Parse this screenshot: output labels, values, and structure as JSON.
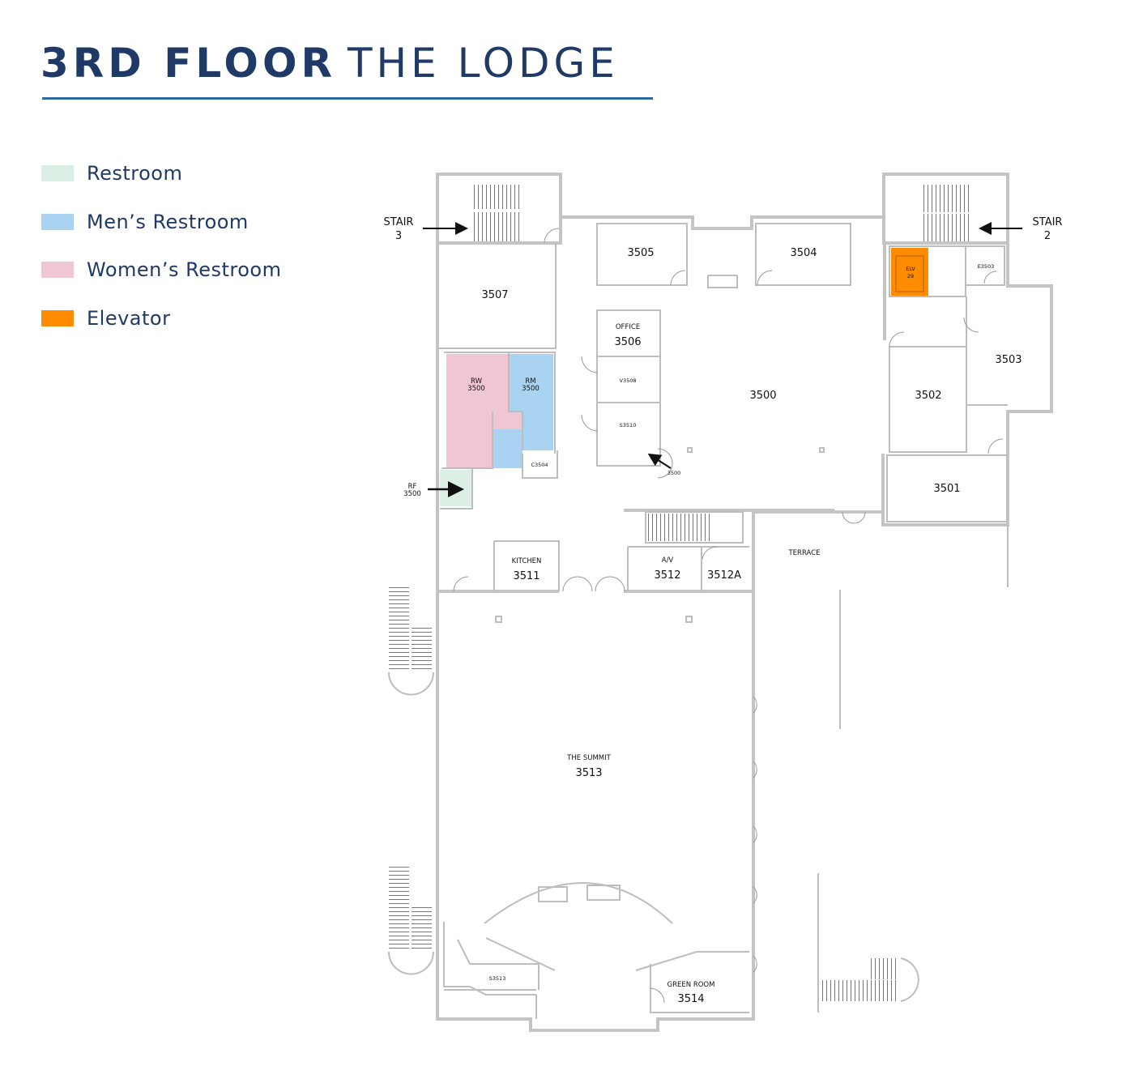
{
  "title": {
    "bold": "3RD FLOOR",
    "regular": "THE LODGE"
  },
  "colors": {
    "title": "#1f3a66",
    "rule": "#2f6aa3",
    "restroom": "#dcefe5",
    "mens": "#a9d3f1",
    "womens": "#f0c6d5",
    "elevator": "#ff8c00"
  },
  "legend": [
    {
      "label": "Restroom",
      "color": "#dcefe5"
    },
    {
      "label": "Men’s Restroom",
      "color": "#a9d3f1"
    },
    {
      "label": "Women’s Restroom",
      "color": "#f0c6d5"
    },
    {
      "label": "Elevator",
      "color": "#ff8c00"
    }
  ],
  "rooms": {
    "stair3": {
      "name": "STAIR",
      "num": "3"
    },
    "stair2": {
      "name": "STAIR",
      "num": "2"
    },
    "r3505": "3505",
    "r3504": "3504",
    "r3507": "3507",
    "elv": {
      "name": "ELV",
      "num": "29"
    },
    "e3503": "E3503",
    "office": {
      "name": "OFFICE",
      "num": "3506"
    },
    "v3508": "V3508",
    "s3510": "S3510",
    "x3500": "3500",
    "r3500": "3500",
    "r3503": "3503",
    "r3502": "3502",
    "r3501": "3501",
    "rw": {
      "name": "RW",
      "num": "3500"
    },
    "rm": {
      "name": "RM",
      "num": "3500"
    },
    "rf": {
      "name": "RF",
      "num": "3500"
    },
    "c3504": "C3504",
    "kitchen": {
      "name": "KITCHEN",
      "num": "3511"
    },
    "av": {
      "name": "A/V",
      "num": "3512"
    },
    "r3512a": "3512A",
    "terrace": "TERRACE",
    "summit": {
      "name": "THE SUMMIT",
      "num": "3513"
    },
    "s3513": "S3513",
    "green": {
      "name": "GREEN ROOM",
      "num": "3514"
    }
  }
}
